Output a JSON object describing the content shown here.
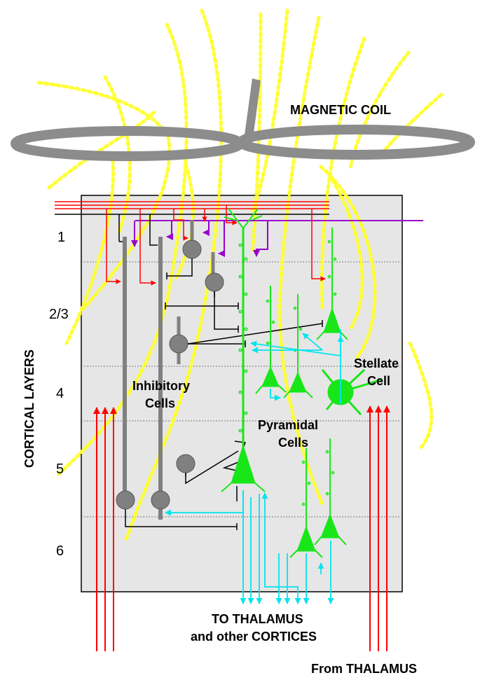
{
  "labels": {
    "coil": "MAGNETIC COIL",
    "cortical_layers": "CORTICAL LAYERS",
    "layers": [
      "1",
      "2/3",
      "4",
      "5",
      "6"
    ],
    "inhibitory_line1": "Inhibitory",
    "inhibitory_line2": "Cells",
    "pyramidal_line1": "Pyramidal",
    "pyramidal_line2": "Cells",
    "stellate_line1": "Stellate",
    "stellate_line2": "Cell",
    "to_thalamus_line1": "TO THALAMUS",
    "to_thalamus_line2": "and other CORTICES",
    "from_thalamus": "From THALAMUS"
  },
  "colors": {
    "field_lines": "#ffff33",
    "coil": "#8c8c8c",
    "cortex_bg": "#e6e6e6",
    "pyramidal": "#19e619",
    "inhibitory": "#808080",
    "thalamic_input": "#ff0000",
    "cortical_input": "#9900cc",
    "output": "#00e5ee"
  }
}
